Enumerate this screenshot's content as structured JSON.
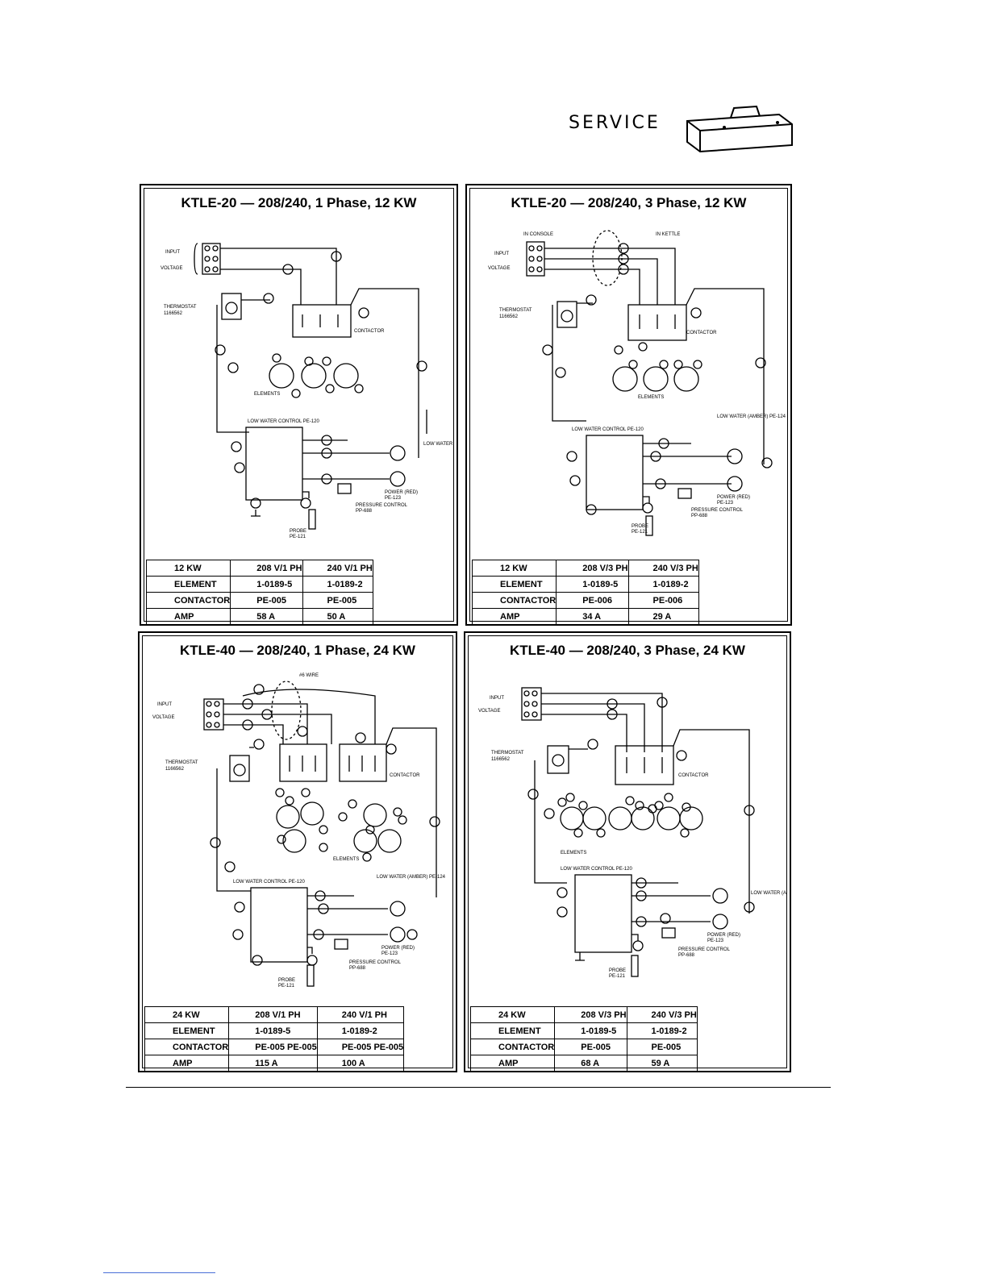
{
  "header": {
    "section_label": "SERVICE",
    "icon": "toolbox-icon"
  },
  "labels": {
    "input": "INPUT",
    "voltage": "VOLTAGE",
    "thermostat": "THERMOSTAT",
    "thermostat_part": "1166562",
    "contactor": "CONTACTOR",
    "elements": "ELEMENTS",
    "low_water_control": "LOW WATER CONTROL PE-120",
    "low_water": "LOW WATER (AMBER) PE-124",
    "power": "POWER (RED)",
    "power_part": "PE-123",
    "pressure_control": "PRESSURE CONTROL",
    "pressure_part": "PP-688",
    "probe": "PROBE",
    "probe_part": "PE-121",
    "in_console": "IN CONSOLE",
    "in_kettle": "IN KETTLE",
    "wire6": "#6 WIRE"
  },
  "panels": [
    {
      "title": "KTLE-20 — 208/240, 1 Phase, 12 KW",
      "table": [
        [
          "12 KW",
          "208 V/1 PH",
          "240 V/1 PH"
        ],
        [
          "ELEMENT",
          "1-0189-5",
          "1-0189-2"
        ],
        [
          "CONTACTOR",
          "PE-005",
          "PE-005"
        ],
        [
          "AMP",
          "58 A",
          "50 A"
        ]
      ]
    },
    {
      "title": "KTLE-20 — 208/240, 3 Phase, 12 KW",
      "table": [
        [
          "12 KW",
          "208 V/3 PH",
          "240 V/3 PH"
        ],
        [
          "ELEMENT",
          "1-0189-5",
          "1-0189-2"
        ],
        [
          "CONTACTOR",
          "PE-006",
          "PE-006"
        ],
        [
          "AMP",
          "34 A",
          "29 A"
        ]
      ]
    },
    {
      "title": "KTLE-40 — 208/240, 1 Phase, 24 KW",
      "table": [
        [
          "24 KW",
          "208 V/1 PH",
          "240 V/1 PH"
        ],
        [
          "ELEMENT",
          "1-0189-5",
          "1-0189-2"
        ],
        [
          "CONTACTOR",
          "PE-005 PE-005",
          "PE-005 PE-005"
        ],
        [
          "AMP",
          "115 A",
          "100 A"
        ]
      ]
    },
    {
      "title": "KTLE-40 — 208/240, 3 Phase, 24 KW",
      "table": [
        [
          "24 KW",
          "208 V/3 PH",
          "240 V/3 PH"
        ],
        [
          "ELEMENT",
          "1-0189-5",
          "1-0189-2"
        ],
        [
          "CONTACTOR",
          "PE-005",
          "PE-005"
        ],
        [
          "AMP",
          "68 A",
          "59 A"
        ]
      ]
    }
  ]
}
